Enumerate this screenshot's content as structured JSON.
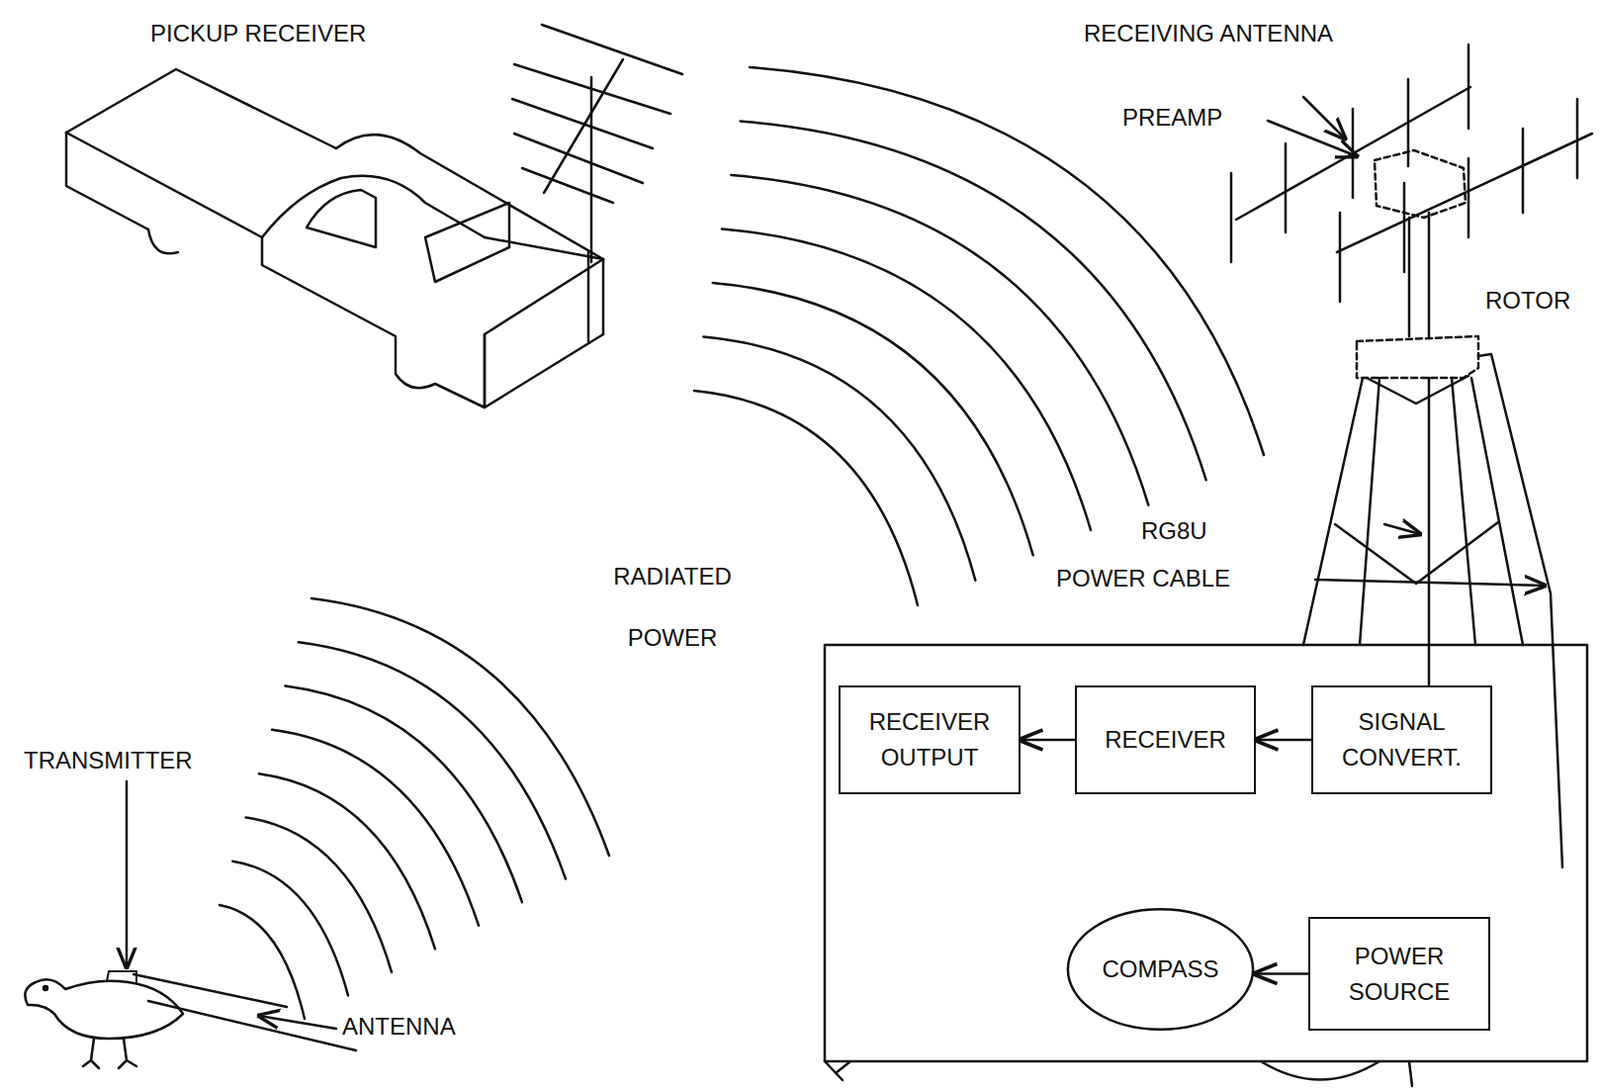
{
  "diagram": {
    "nodes": [
      {
        "text": [
          "RECEIVER OUTPUT"
        ]
      },
      {
        "text": [
          "RECEIVER"
        ]
      },
      {
        "text": [
          "SIGNAL CONVERT."
        ]
      },
      {
        "text": [
          "COMPASS"
        ]
      },
      {
        "text": [
          "POWER SOURCE"
        ]
      }
    ],
    "edges": [
      {
        "from": 2,
        "to": 1,
        "arrow": "to"
      },
      {
        "from": 1,
        "to": 0,
        "arrow": "to"
      },
      {
        "from": 4,
        "to": 3,
        "arrow": "to"
      }
    ],
    "labels": [
      "PICKUP RECEIVER",
      "RECEIVING ANTENNA",
      "PREAMP",
      "ROTOR",
      "RG8U",
      "POWER CABLE",
      "RADIATED POWER",
      "TRANSMITTER",
      "ANTENNA"
    ]
  }
}
